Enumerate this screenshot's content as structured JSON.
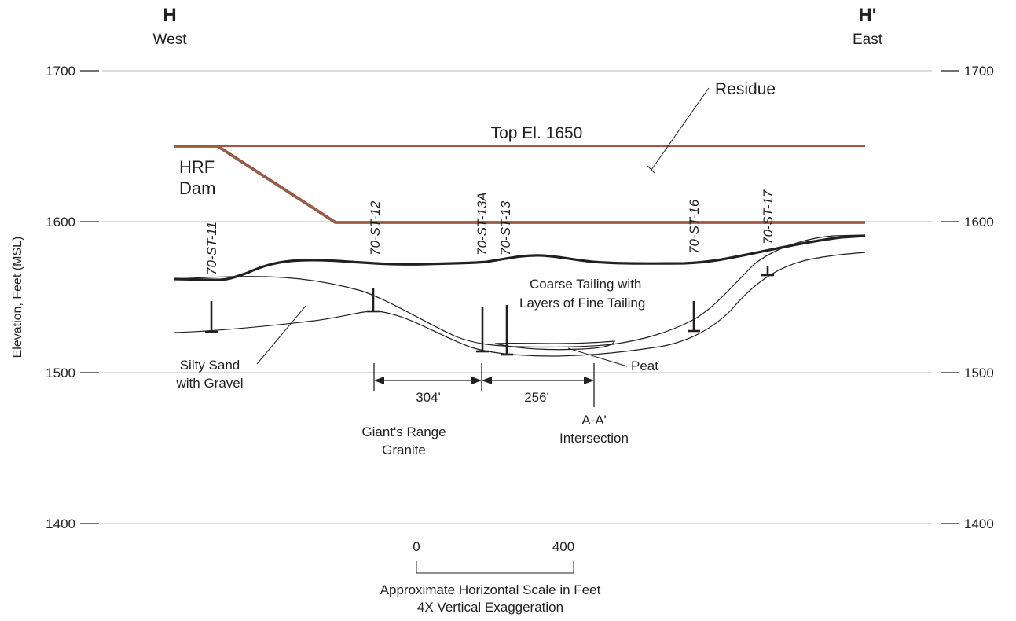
{
  "header": {
    "left_letter": "H",
    "left_direction": "West",
    "right_letter": "H'",
    "right_direction": "East"
  },
  "axis": {
    "ylabel": "Elevation, Feet (MSL)",
    "ticks": [
      "1700",
      "1600",
      "1500",
      "1400"
    ]
  },
  "labels": {
    "residue": "Residue",
    "top_el": "Top El. 1650",
    "hrf_dam_line1": "HRF",
    "hrf_dam_line2": "Dam",
    "coarse_line1": "Coarse Tailing with",
    "coarse_line2": "Layers of Fine Tailing",
    "silty_line1": "Silty Sand",
    "silty_line2": "with Gravel",
    "peat": "Peat",
    "granite_line1": "Giant's Range",
    "granite_line2": "Granite",
    "intersection_line1": "A-A'",
    "intersection_line2": "Intersection"
  },
  "borings": [
    "70-ST-11",
    "70-ST-12",
    "70-ST-13A",
    "70-ST-13",
    "70-ST-16",
    "70-ST-17"
  ],
  "dimensions": [
    "304'",
    "256'"
  ],
  "scale": {
    "start": "0",
    "end": "400",
    "caption_line1": "Approximate Horizontal Scale in Feet",
    "caption_line2": "4X Vertical Exaggeration"
  },
  "colors": {
    "dam_line": "#9b5a44",
    "ink": "#231f20",
    "gridline": "#c8c8c8"
  }
}
